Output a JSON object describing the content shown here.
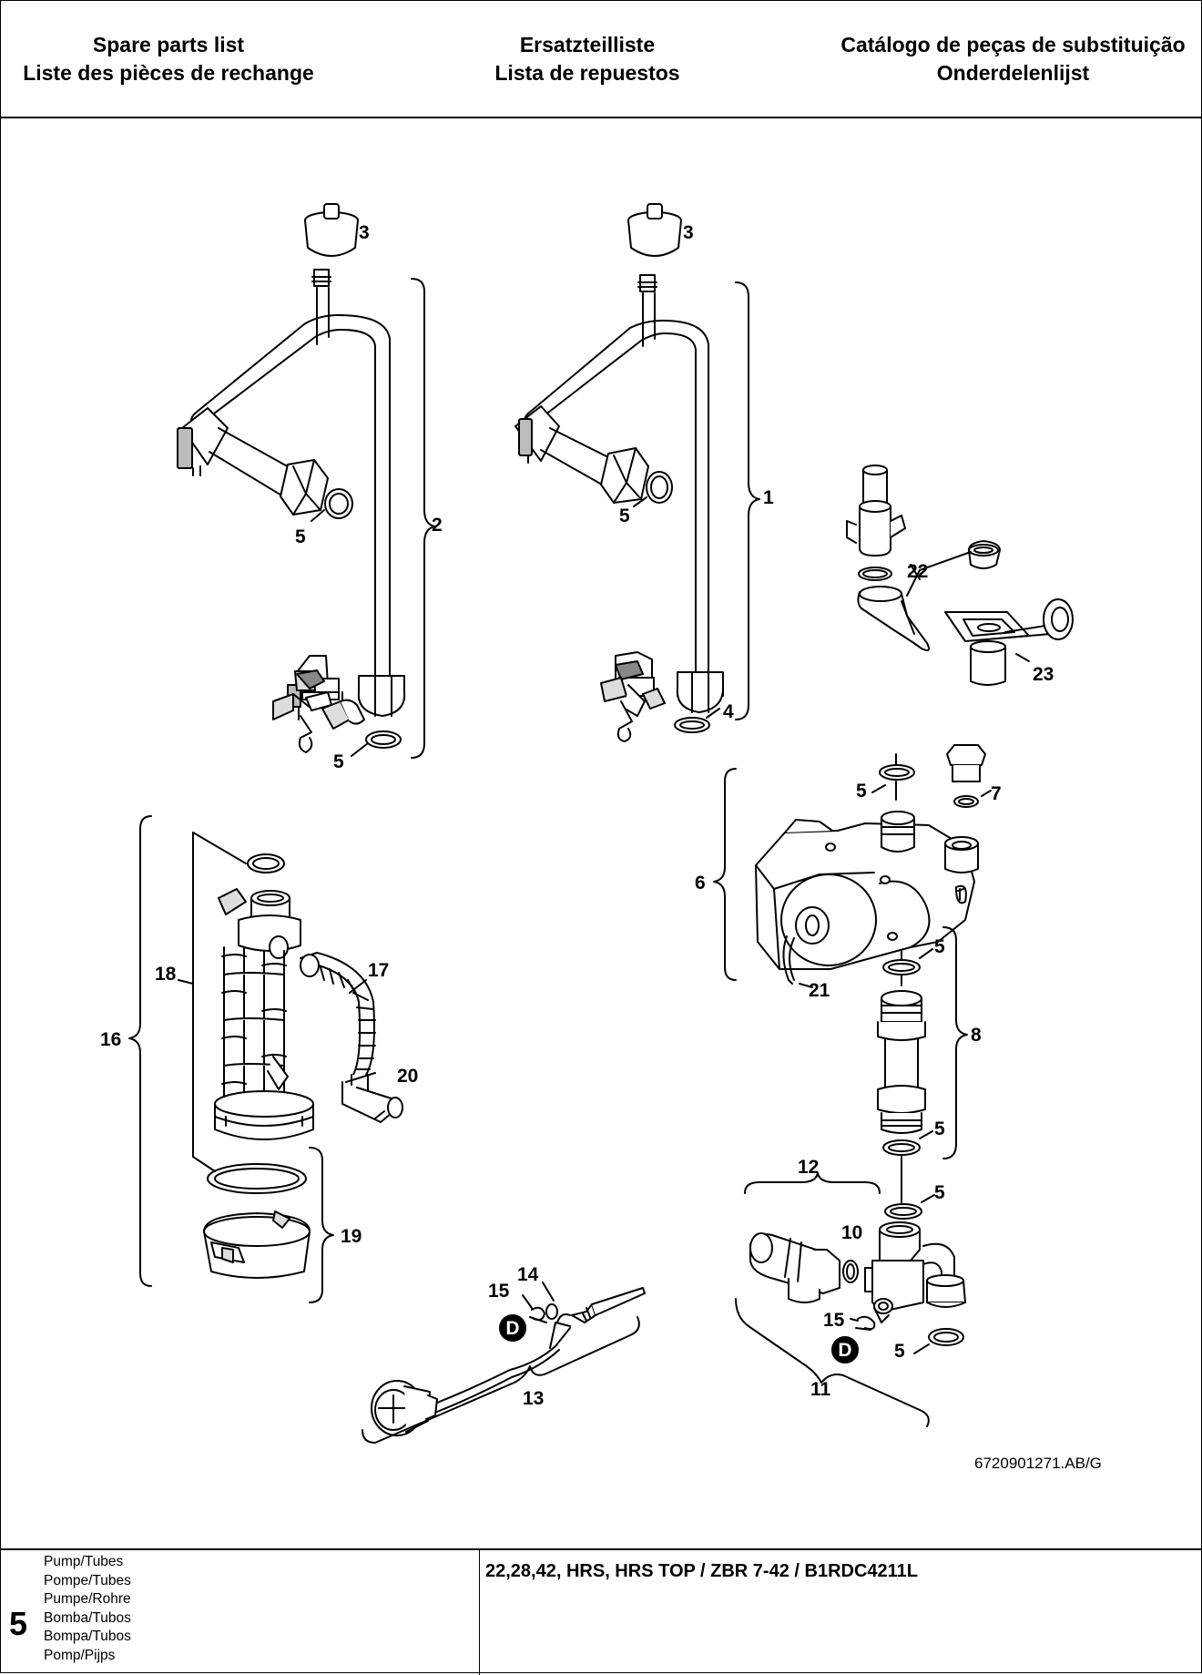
{
  "header": {
    "col1": [
      "Spare parts list",
      "Liste des pièces de rechange"
    ],
    "col2": [
      "Ersatzteilliste",
      "Lista de repuestos"
    ],
    "col3": [
      "Catálogo de peças de substituição",
      "Onderdelenlijst"
    ]
  },
  "drawing": {
    "code": "6720901271.AB/G",
    "labels": {
      "p1": "1",
      "p2": "2",
      "p3a": "3",
      "p3b": "3",
      "p4": "4",
      "p5a": "5",
      "p5b": "5",
      "p5c": "5",
      "p5d": "5",
      "p5e": "5",
      "p5f": "5",
      "p5g": "5",
      "p5h": "5",
      "p6": "6",
      "p7": "7",
      "p8": "8",
      "p10": "10",
      "p11": "11",
      "p12": "12",
      "p13": "13",
      "p14": "14",
      "p15a": "15",
      "p15b": "15",
      "p16": "16",
      "p17": "17",
      "p18": "18",
      "p19": "19",
      "p20": "20",
      "p21": "21",
      "p22": "22",
      "p23": "23",
      "da": "D",
      "db": "D"
    }
  },
  "footer": {
    "section": "5",
    "titles": [
      "Pump/Tubes",
      "Pompe/Tubes",
      "Pumpe/Rohre",
      "Bomba/Tubos",
      "Bompa/Tubos",
      "Pomp/Pijps"
    ],
    "model": "22,28,42, HRS, HRS TOP / ZBR 7-42 / B1RDC4211L"
  }
}
